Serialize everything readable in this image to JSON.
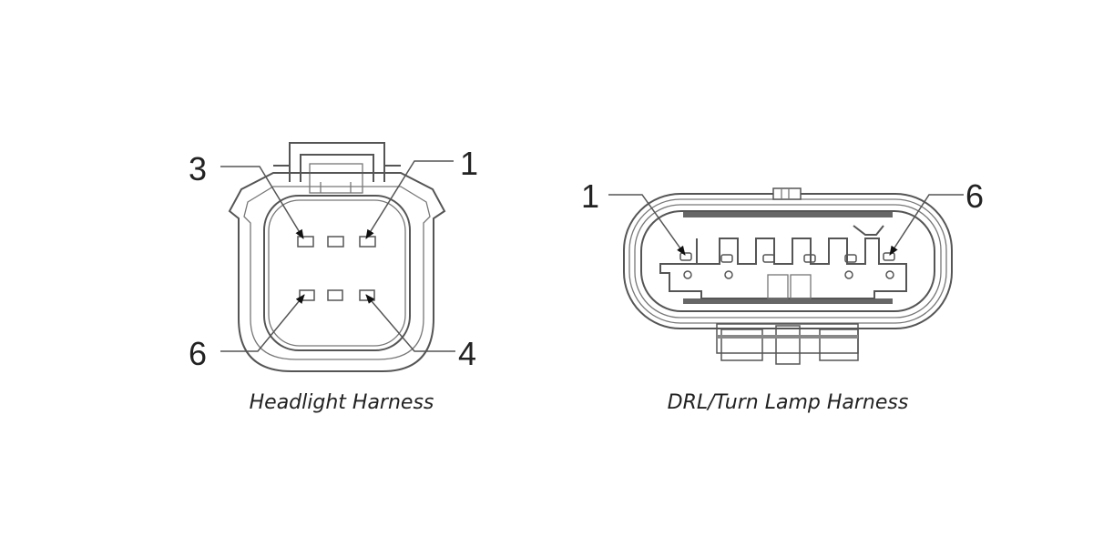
{
  "headlight": {
    "caption": "Headlight Harness",
    "pin_labels": {
      "top_left": "3",
      "top_right": "1",
      "bottom_left": "6",
      "bottom_right": "4"
    }
  },
  "drl": {
    "caption": "DRL/Turn Lamp Harness",
    "pin_labels": {
      "left": "1",
      "right": "6"
    }
  }
}
